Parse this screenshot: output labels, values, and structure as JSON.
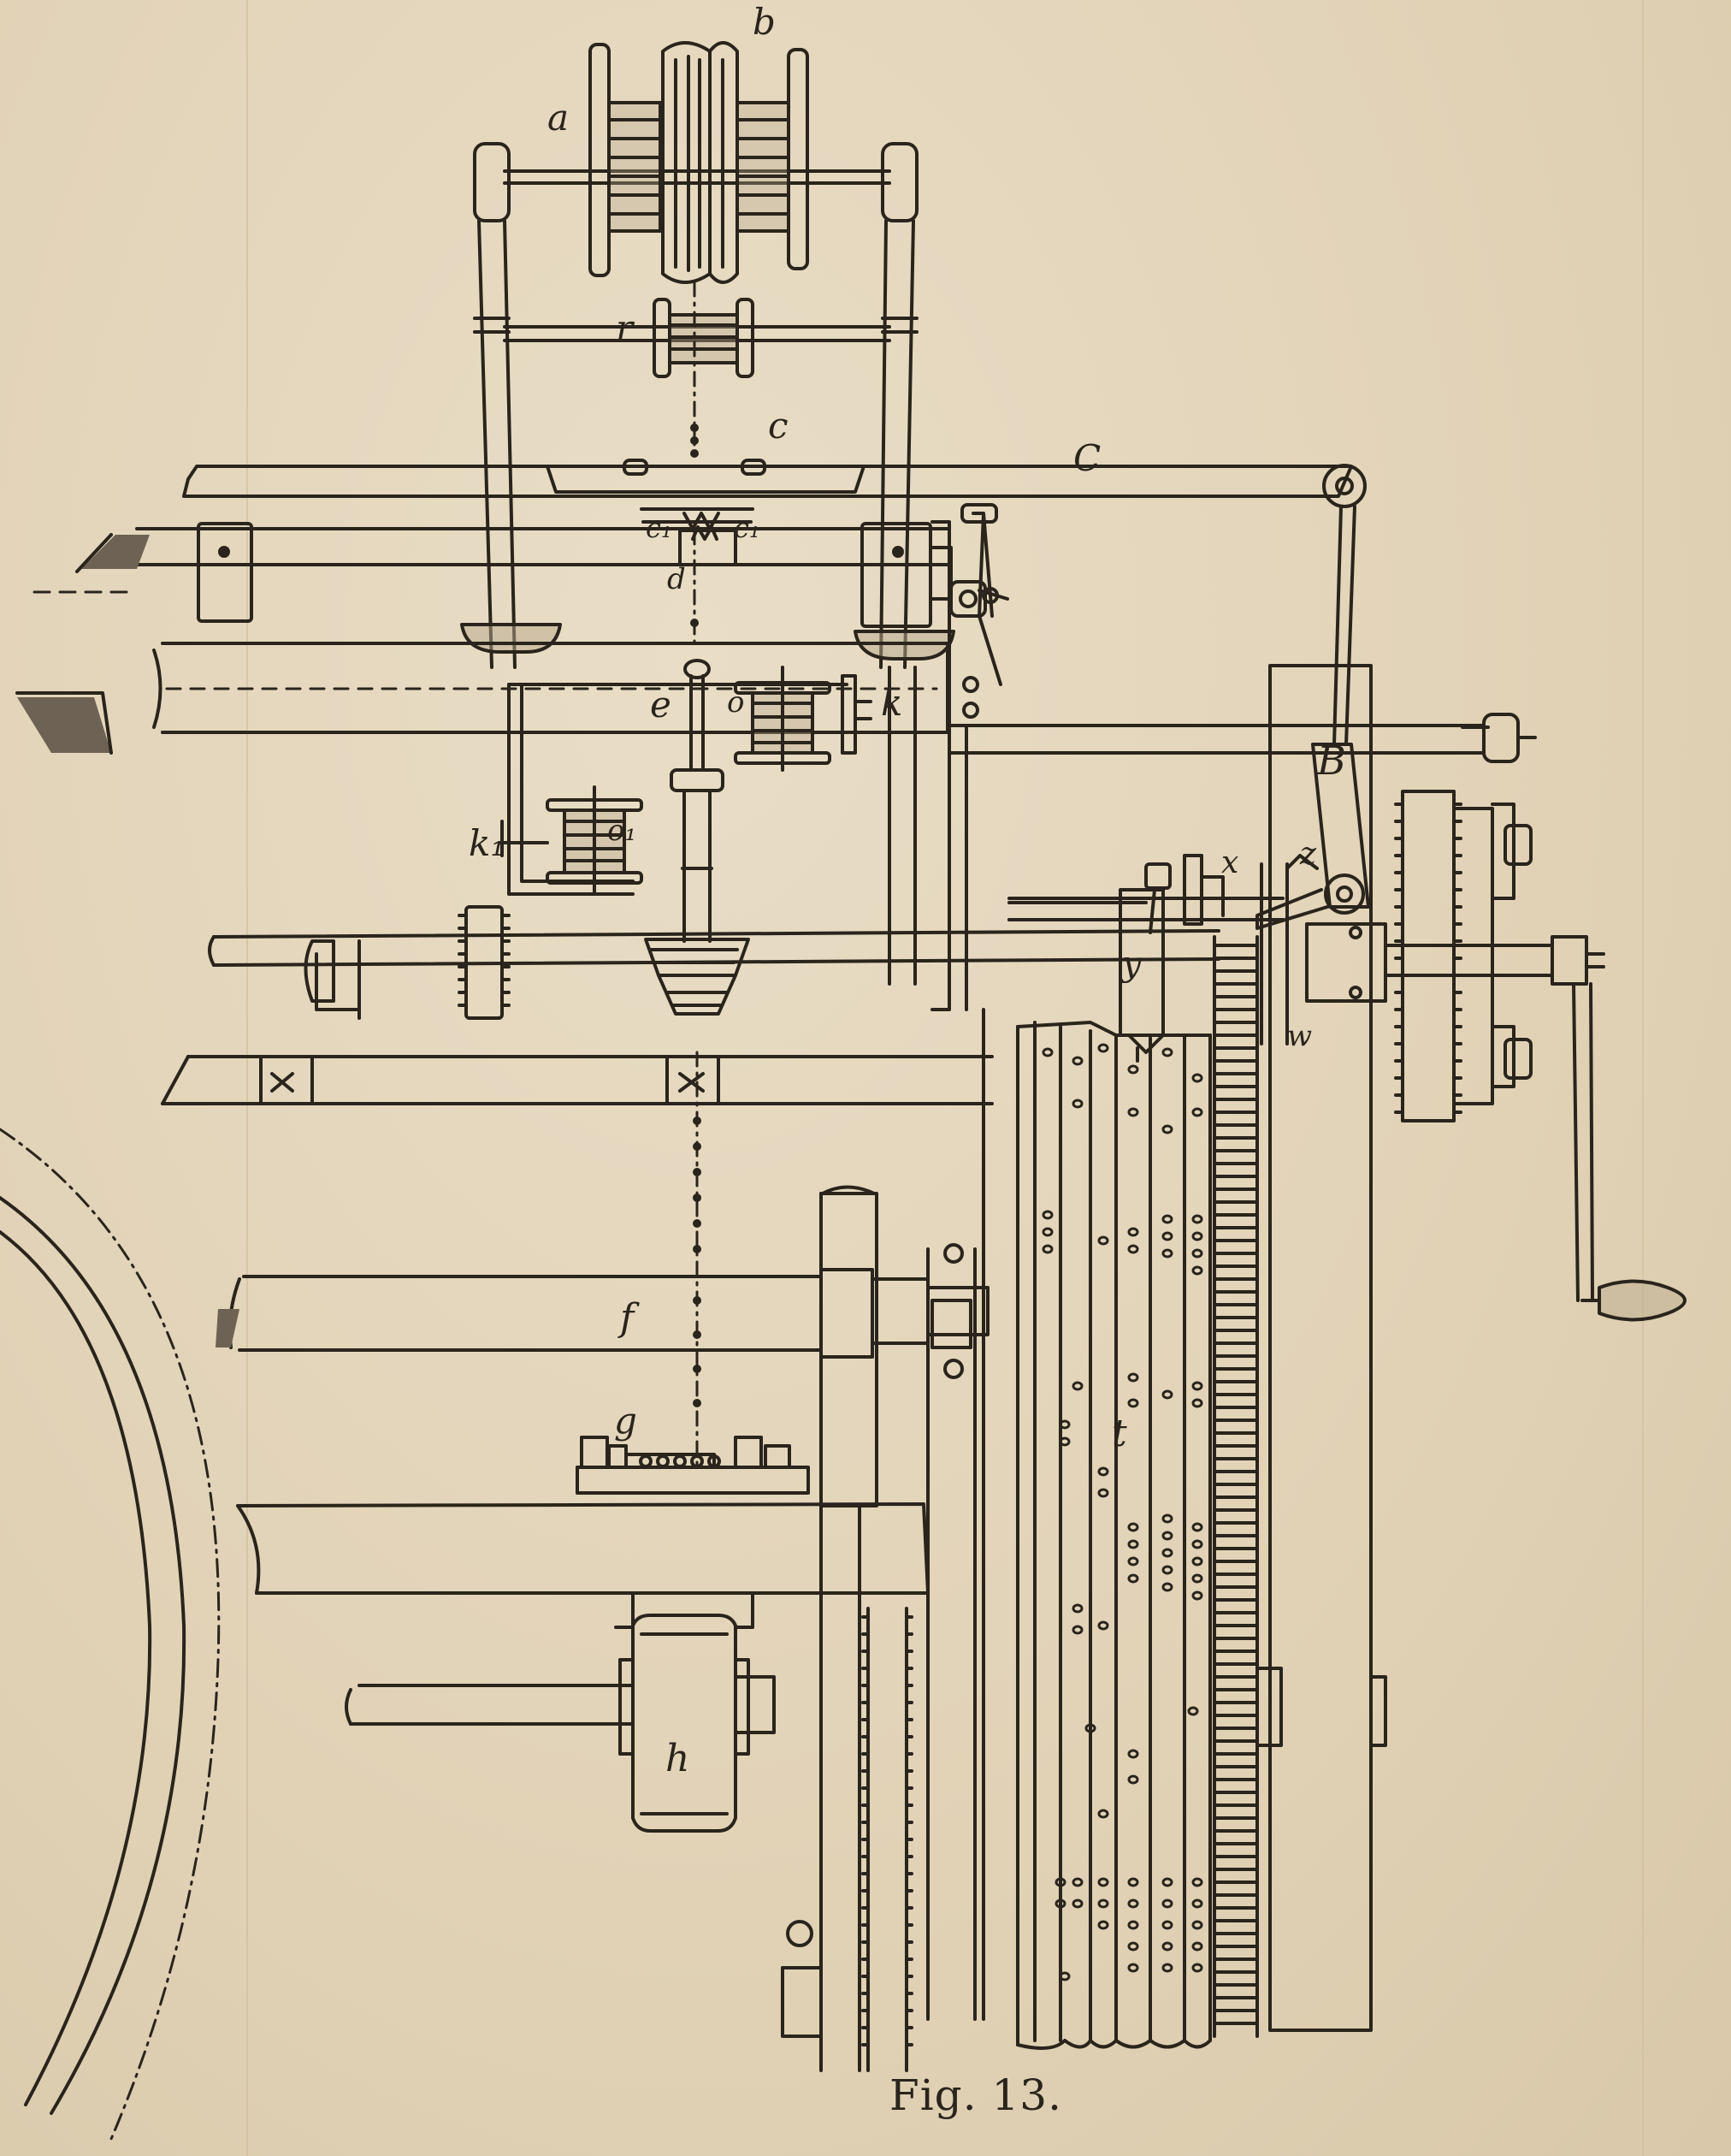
{
  "figure": {
    "caption": "Fig. 13.",
    "labels": {
      "a": "a",
      "b": "b",
      "r": "r",
      "c": "c",
      "C": "C",
      "c1a": "c₁",
      "c1b": "c₁",
      "d": "d",
      "e": "e",
      "o": "o",
      "o1": "o₁",
      "k": "k",
      "k1": "k₁",
      "B": "B",
      "x": "x",
      "z": "z",
      "y": "y",
      "w": "w",
      "f": "f",
      "g": "g",
      "t": "t",
      "h": "h"
    }
  },
  "colors": {
    "ink": "#2a241c",
    "paper": "#e4d6bd",
    "shade": "#b8a88c"
  }
}
